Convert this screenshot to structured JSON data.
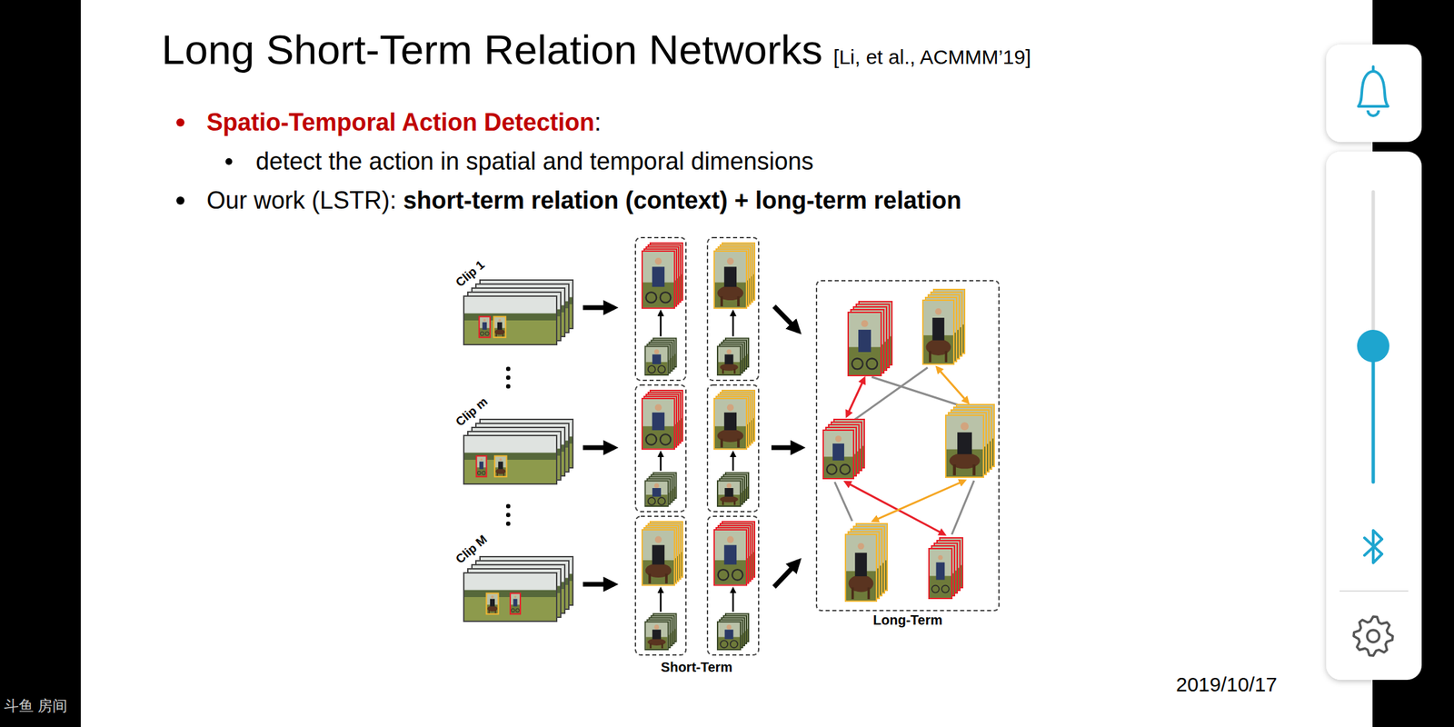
{
  "diagram": {
    "title": "Long Short-Term Relation Networks",
    "nodes": [
      {
        "text": [
          "Clip 1"
        ]
      },
      {
        "text": [
          "Clip m"
        ]
      },
      {
        "text": [
          "Clip M"
        ]
      },
      {
        "text": [
          "Long-Term"
        ]
      }
    ],
    "labels": [
      "[Li, et al., ACMMM’19]",
      "Spatio-Temporal Action Detection",
      ":",
      "detect the action in spatial and temporal dimensions",
      "Our work (LSTR):",
      "short-term relation (context) + long-term relation",
      "Short-Term",
      "2019/10/17",
      "斗鱼 房间"
    ]
  }
}
